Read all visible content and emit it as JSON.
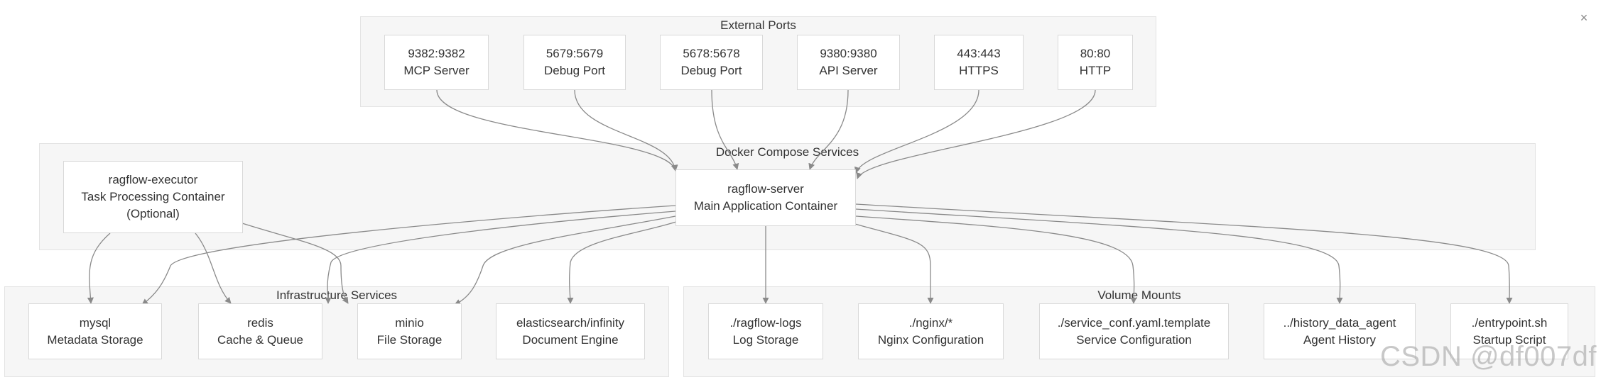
{
  "groups": {
    "external_ports": "External Ports",
    "docker_compose": "Docker Compose Services",
    "infrastructure": "Infrastructure Services",
    "volume_mounts": "Volume Mounts"
  },
  "ports": [
    {
      "line1": "9382:9382",
      "line2": "MCP Server"
    },
    {
      "line1": "5679:5679",
      "line2": "Debug Port"
    },
    {
      "line1": "5678:5678",
      "line2": "Debug Port"
    },
    {
      "line1": "9380:9380",
      "line2": "API Server"
    },
    {
      "line1": "443:443",
      "line2": "HTTPS"
    },
    {
      "line1": "80:80",
      "line2": "HTTP"
    }
  ],
  "executor": {
    "line1": "ragflow-executor",
    "line2": "Task Processing Container",
    "line3": "(Optional)"
  },
  "server": {
    "line1": "ragflow-server",
    "line2": "Main Application Container"
  },
  "infra": [
    {
      "line1": "mysql",
      "line2": "Metadata Storage"
    },
    {
      "line1": "redis",
      "line2": "Cache & Queue"
    },
    {
      "line1": "minio",
      "line2": "File Storage"
    },
    {
      "line1": "elasticsearch/infinity",
      "line2": "Document Engine"
    }
  ],
  "volumes": [
    {
      "line1": "./ragflow-logs",
      "line2": "Log Storage"
    },
    {
      "line1": "./nginx/*",
      "line2": "Nginx Configuration"
    },
    {
      "line1": "./service_conf.yaml.template",
      "line2": "Service Configuration"
    },
    {
      "line1": "../history_data_agent",
      "line2": "Agent History"
    },
    {
      "line1": "./entrypoint.sh",
      "line2": "Startup Script"
    }
  ],
  "ui": {
    "close_icon": "close-icon",
    "close_glyph": "×"
  },
  "watermark": "CSDN @df007df",
  "colors": {
    "edge": "#8a8a8a",
    "group_bg": "#f6f6f6",
    "node_border": "#d9d9d9"
  }
}
